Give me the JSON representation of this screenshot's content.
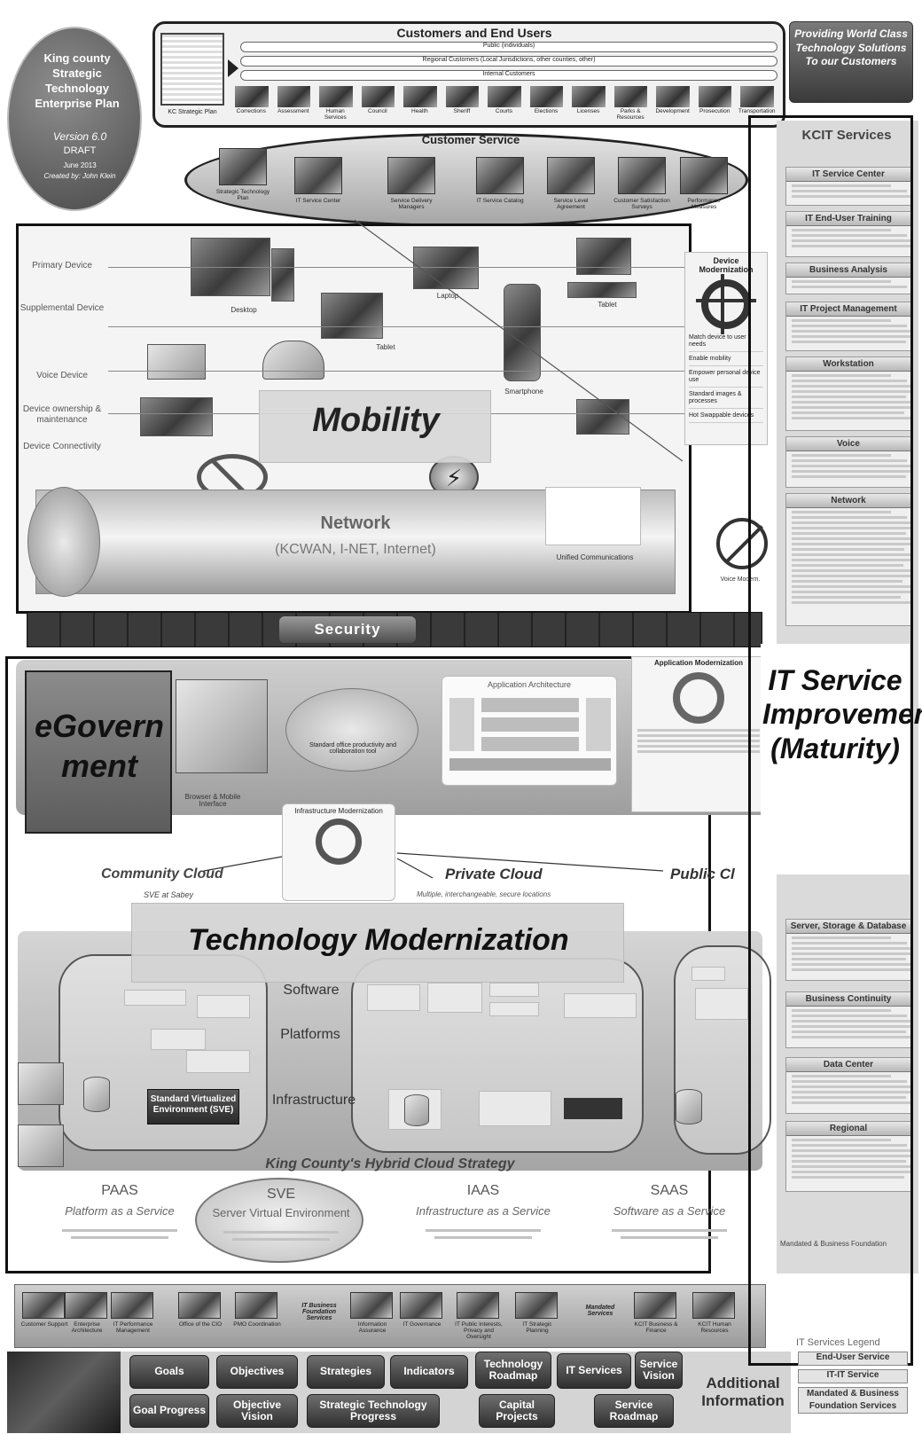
{
  "badge": {
    "title": "King county Strategic Technology Enterprise Plan",
    "version": "Version 6.0",
    "draft": "DRAFT",
    "date": "June 2013",
    "author": "Created by: John Klein"
  },
  "header": {
    "title": "Customers and End Users",
    "row_public": "Public (individuals)",
    "row_regional": "Regional Customers (Local Jurisdictions, other counties, other)",
    "row_internal": "Internal Customers",
    "kc_plan_label": "KC Strategic Plan",
    "departments": [
      "Corrections",
      "Assessment",
      "Human Services",
      "Council",
      "Health",
      "Sheriff",
      "Courts",
      "Elections",
      "Licenses",
      "Parks & Resources",
      "Development",
      "Prosecution",
      "Transportation"
    ]
  },
  "slogan": {
    "text": "Providing World Class Technology Solutions To our Customers"
  },
  "customer_service": {
    "title": "Customer Service",
    "items": [
      "Strategic Technology Plan",
      "IT Service Center",
      "Service Delivery Managers",
      "IT Service Catalog",
      "Service Level Agreement",
      "Customer Satisfaction Surveys",
      "Performance Measures"
    ]
  },
  "mobility": {
    "title": "Mobility",
    "rows": [
      "Primary Device",
      "Supplemental Device",
      "Voice Device",
      "Device ownership & maintenance",
      "Device Connectivity"
    ],
    "devices": [
      "Desktop",
      "Laptop",
      "Tablet",
      "Tablet",
      "Smartphone"
    ],
    "device_modernization": "Device Modernization",
    "dm_items": [
      "Match device to user needs",
      "Enable mobility",
      "Empower personal device use",
      "Standard images & processes",
      "Hot Swappable devices"
    ],
    "network_title": "Network",
    "network_sub": "(KCWAN, I-NET, Internet)",
    "unified_comms": "Unified Communications",
    "voice_note": "Voice Modern."
  },
  "security": {
    "label": "Security"
  },
  "egov": {
    "title": "eGovernment",
    "productivity": "Standard office productivity and collaboration tool",
    "app_arch": "Application Architecture",
    "browser_mobile": "Browser & Mobile Interface",
    "app_modern": "Application Modernization",
    "infra_modern": "Infrastructure Modernization"
  },
  "clouds": {
    "community": "Community Cloud",
    "community_sub": "SVE at Sabey",
    "private": "Private Cloud",
    "private_sub": "Multiple, interchangeable, secure locations",
    "public": "Public Cl"
  },
  "tech_mod": {
    "title": "Technology Modernization",
    "software": "Software",
    "platforms": "Platforms",
    "infrastructure": "Infrastructure",
    "sve_label": "Standard Virtualized Environment (SVE)",
    "hybrid": "King County's Hybrid Cloud Strategy"
  },
  "services": [
    {
      "abbr": "PAAS",
      "full": "Platform as a Service"
    },
    {
      "abbr": "SVE",
      "full": "Server Virtual Environment"
    },
    {
      "abbr": "IAAS",
      "full": "Infrastructure as a Service"
    },
    {
      "abbr": "SAAS",
      "full": "Software as a Service"
    }
  ],
  "foundation": {
    "business": "IT Business Foundation Services",
    "mandated": "Mandated Services",
    "items": [
      "Customer Support",
      "Enterprise Architecture",
      "IT Performance Management",
      "Office of the CIO",
      "PMO Coordination",
      "Information Assurance",
      "IT Governance",
      "IT Public Interests, Privacy and Oversight",
      "IT Strategic Planning",
      "KCIT Business & Finance",
      "KCIT Human Resources"
    ]
  },
  "kcit": {
    "title": "KCIT Services",
    "panels": [
      "IT Service Center",
      "IT End-User Training",
      "Business Analysis",
      "IT Project Management",
      "Workstation",
      "Voice",
      "Network",
      "Server, Storage & Database",
      "Business Continuity",
      "Data Center",
      "Regional"
    ],
    "improvements": "IT Service Improvements (Maturity)",
    "mandated_footer": "Mandated & Business Foundation"
  },
  "legend": {
    "title": "IT Services Legend",
    "items": [
      "End-User Service",
      "IT-IT Service",
      "Mandated & Business Foundation Services"
    ]
  },
  "nav": {
    "goals": "Goals",
    "objectives": "Objectives",
    "strategies": "Strategies",
    "indicators": "Indicators",
    "tech_roadmap": "Technology Roadmap",
    "it_services": "IT Services",
    "service_vision": "Service Vision",
    "goal_progress": "Goal Progress",
    "objective_vision": "Objective Vision",
    "stp_progress": "Strategic Technology Progress",
    "capital_projects": "Capital Projects",
    "service_roadmap": "Service Roadmap",
    "additional_info": "Additional Information"
  }
}
